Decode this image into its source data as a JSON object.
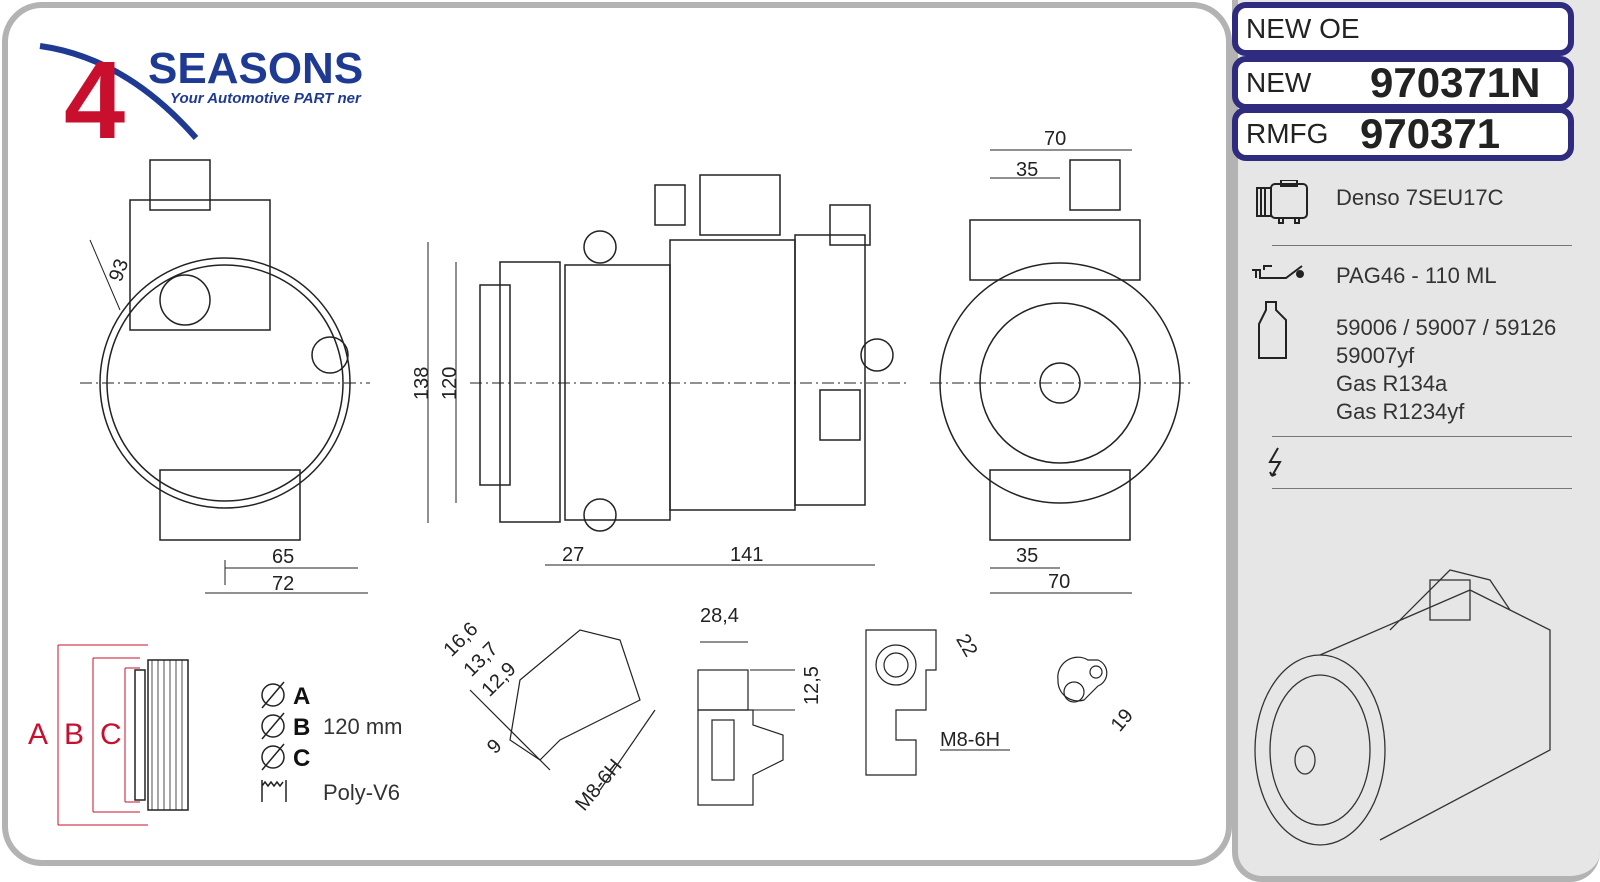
{
  "logo": {
    "brand": "SEASONS",
    "digit": "4",
    "tagline": "Your Automotive PART ner"
  },
  "header": {
    "new_oe": "NEW OE",
    "new_label": "NEW",
    "new_number": "970371N",
    "rmfg_label": "RMFG",
    "rmfg_number": "970371"
  },
  "specs": {
    "compressor": "Denso 7SEU17C",
    "oil": "PAG46 - 110 ML",
    "oil_refs": "59006 / 59007 / 59126",
    "oil_ref_yf": "59007yf",
    "gas1": "Gas R134a",
    "gas2": "Gas R1234yf"
  },
  "dimensions": {
    "side_93": "93",
    "side_65": "65",
    "side_72": "72",
    "front_138": "138",
    "front_120": "120",
    "front_27": "27",
    "front_141": "141",
    "back_70_top": "70",
    "back_35_top": "35",
    "back_35_bottom": "35",
    "back_70_bottom": "70"
  },
  "pulley": {
    "a": "A",
    "b": "B",
    "c": "C",
    "dia_a": "A",
    "dia_b": "B",
    "dia_c": "C",
    "size": "120 mm",
    "belt": "Poly-V6"
  },
  "ports": {
    "d166": "16,6",
    "d137": "13,7",
    "d129": "12,9",
    "d9": "9",
    "thread1": "M8-6H",
    "d284": "28,4",
    "d125": "12,5",
    "d22": "22",
    "thread2": "M8-6H",
    "d19": "19"
  },
  "colors": {
    "navy": "#2f2b7e",
    "red": "#c8102e",
    "blue": "#1f3a93"
  }
}
